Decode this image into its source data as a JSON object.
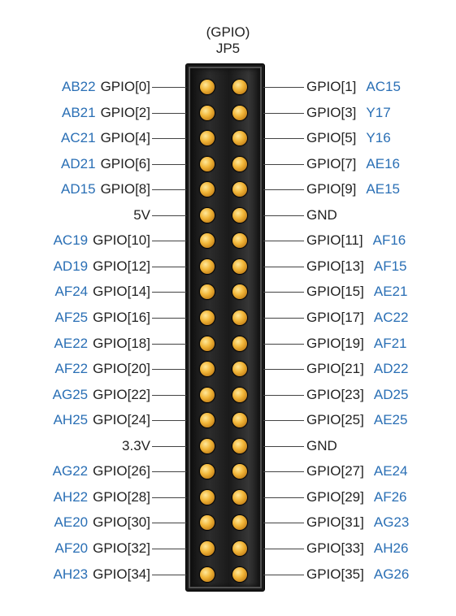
{
  "header": {
    "title": "(GPIO)",
    "subtitle": "JP5"
  },
  "colors": {
    "pin_code": "#2a6fb5",
    "signal": "#222222",
    "pin_gold": "#f2b73a"
  },
  "rows": [
    {
      "left_code": "AB22",
      "left_signal": "GPIO[0]",
      "right_signal": "GPIO[1]",
      "right_code": "AC15"
    },
    {
      "left_code": "AB21",
      "left_signal": "GPIO[2]",
      "right_signal": "GPIO[3]",
      "right_code": "Y17"
    },
    {
      "left_code": "AC21",
      "left_signal": "GPIO[4]",
      "right_signal": "GPIO[5]",
      "right_code": "Y16"
    },
    {
      "left_code": "AD21",
      "left_signal": "GPIO[6]",
      "right_signal": "GPIO[7]",
      "right_code": "AE16"
    },
    {
      "left_code": "AD15",
      "left_signal": "GPIO[8]",
      "right_signal": "GPIO[9]",
      "right_code": "AE15"
    },
    {
      "left_code": "",
      "left_signal": "5V",
      "right_signal": "GND",
      "right_code": ""
    },
    {
      "left_code": "AC19",
      "left_signal": "GPIO[10]",
      "right_signal": "GPIO[11]",
      "right_code": "AF16"
    },
    {
      "left_code": "AD19",
      "left_signal": "GPIO[12]",
      "right_signal": "GPIO[13]",
      "right_code": "AF15"
    },
    {
      "left_code": "AF24",
      "left_signal": "GPIO[14]",
      "right_signal": "GPIO[15]",
      "right_code": "AE21"
    },
    {
      "left_code": "AF25",
      "left_signal": "GPIO[16]",
      "right_signal": "GPIO[17]",
      "right_code": "AC22"
    },
    {
      "left_code": "AE22",
      "left_signal": "GPIO[18]",
      "right_signal": "GPIO[19]",
      "right_code": "AF21"
    },
    {
      "left_code": "AF22",
      "left_signal": "GPIO[20]",
      "right_signal": "GPIO[21]",
      "right_code": "AD22"
    },
    {
      "left_code": "AG25",
      "left_signal": "GPIO[22]",
      "right_signal": "GPIO[23]",
      "right_code": "AD25"
    },
    {
      "left_code": "AH25",
      "left_signal": "GPIO[24]",
      "right_signal": "GPIO[25]",
      "right_code": "AE25"
    },
    {
      "left_code": "",
      "left_signal": "3.3V",
      "right_signal": "GND",
      "right_code": ""
    },
    {
      "left_code": "AG22",
      "left_signal": "GPIO[26]",
      "right_signal": "GPIO[27]",
      "right_code": "AE24"
    },
    {
      "left_code": "AH22",
      "left_signal": "GPIO[28]",
      "right_signal": "GPIO[29]",
      "right_code": "AF26"
    },
    {
      "left_code": "AE20",
      "left_signal": "GPIO[30]",
      "right_signal": "GPIO[31]",
      "right_code": "AG23"
    },
    {
      "left_code": "AF20",
      "left_signal": "GPIO[32]",
      "right_signal": "GPIO[33]",
      "right_code": "AH26"
    },
    {
      "left_code": "AH23",
      "left_signal": "GPIO[34]",
      "right_signal": "GPIO[35]",
      "right_code": "AG26"
    }
  ]
}
